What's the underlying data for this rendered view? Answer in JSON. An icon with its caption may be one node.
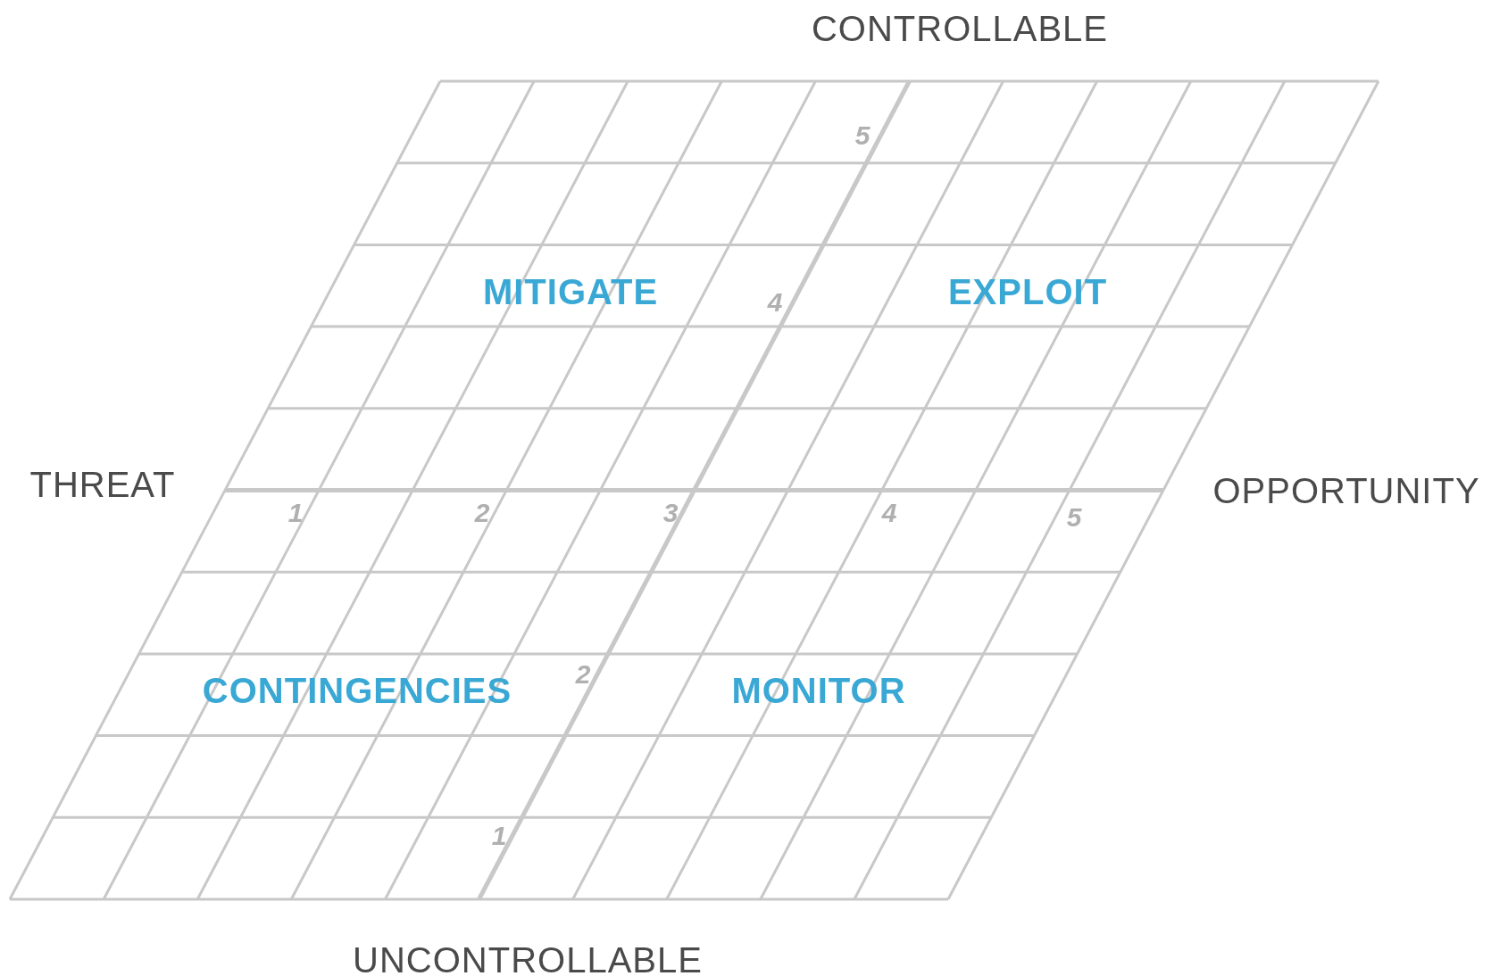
{
  "diagram": {
    "labels": [
      "CONTROLLABLE",
      "5",
      "MITIGATE",
      "4",
      "EXPLOIT",
      "THREAT",
      "OPPORTUNITY",
      "1",
      "2",
      "3",
      "4",
      "5",
      "CONTINGENCIES",
      "2",
      "MONITOR",
      "1",
      "UNCONTROLLABLE"
    ]
  }
}
